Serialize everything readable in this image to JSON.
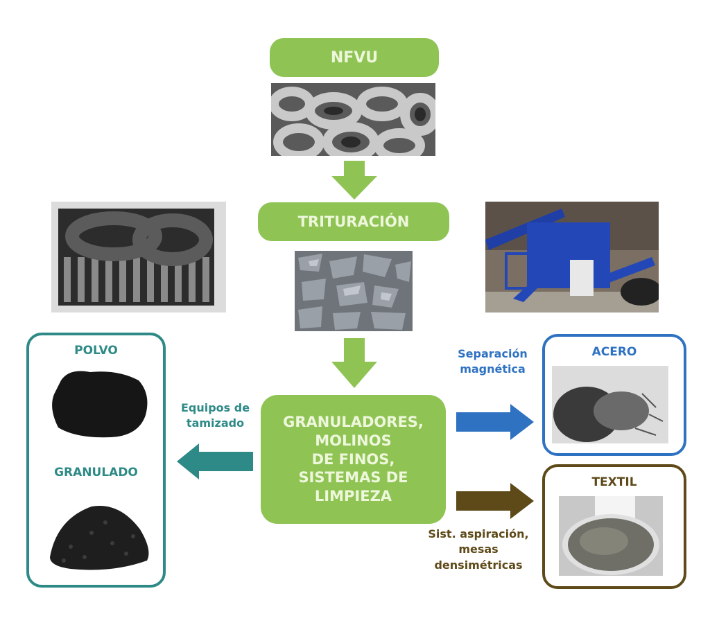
{
  "diagram": {
    "title": "NFVU tire recycling process",
    "colors": {
      "stage_green": "#8fc454",
      "stage_text": "#eef7dc",
      "teal": "#2e8a87",
      "blue": "#2f72c2",
      "brown": "#5e4a18"
    },
    "stages": [
      {
        "id": "nfvu",
        "label": "NFVU",
        "photo": "pile of used tires"
      },
      {
        "id": "trituracion",
        "label": "TRITURACIÓN",
        "photo": "shredded tire chips"
      },
      {
        "id": "granuladores",
        "label": "GRANULADORES,\nMOLINOS\nDE FINOS,\nSISTEMAS DE\nLIMPIEZA"
      }
    ],
    "side_photos": [
      {
        "id": "shredder",
        "description": "tire in shredder blades"
      },
      {
        "id": "plant",
        "description": "blue shredding plant machinery"
      }
    ],
    "outputs": {
      "left": {
        "arrow_label": "Equipos de\ntamizado",
        "items": [
          {
            "label": "POLVO",
            "photo": "rubber powder"
          },
          {
            "label": "GRANULADO",
            "photo": "rubber granules"
          }
        ]
      },
      "acero": {
        "label": "ACERO",
        "arrow_label": "Separación\nmagnética",
        "photo": "steel wire"
      },
      "textil": {
        "label": "TEXTIL",
        "arrow_label": "Sist. aspiración,\nmesas\ndensimétricas",
        "photo": "textile fiber"
      }
    }
  }
}
